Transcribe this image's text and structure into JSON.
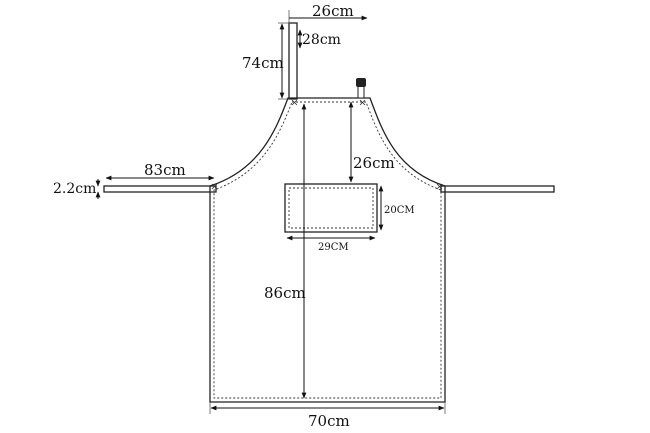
{
  "diagram": {
    "labels": {
      "neck_strap_length": "74cm",
      "neck_strap_width": "28cm",
      "top_width": "26cm",
      "side_strap_length": "83cm",
      "side_strap_width": "2.2cm",
      "pocket_position": "26cm",
      "pocket_height": "20CM",
      "pocket_width": "29CM",
      "body_height": "86cm",
      "body_width": "70cm"
    }
  }
}
